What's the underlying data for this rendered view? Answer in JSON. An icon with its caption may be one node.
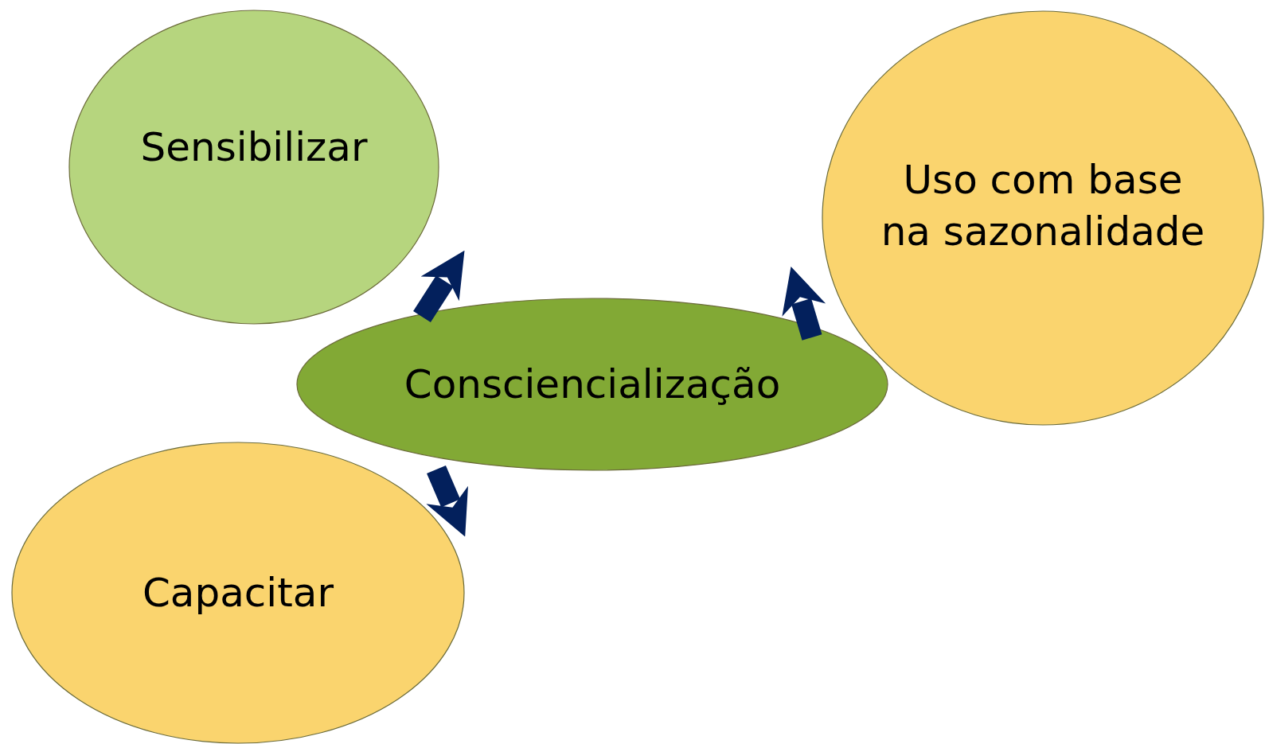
{
  "diagram": {
    "nodes": [
      {
        "text": [
          "Sensibilizar"
        ]
      },
      {
        "text": [
          "Uso com base na sazonalidade"
        ]
      },
      {
        "text": [
          "Consciencialização"
        ]
      },
      {
        "text": [
          "Capacitar"
        ]
      }
    ],
    "edges": [
      {
        "from": 2,
        "to": 0,
        "arrow": "to"
      },
      {
        "from": 2,
        "to": 1,
        "arrow": "to"
      },
      {
        "from": 2,
        "to": 3,
        "arrow": "to"
      }
    ]
  }
}
